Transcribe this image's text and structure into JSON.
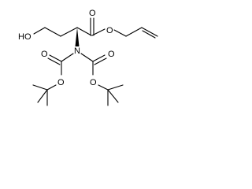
{
  "molecule": {
    "atom_labels": {
      "hydroxyl": "HO",
      "ester_carbonyl_O": "O",
      "ester_O": "O",
      "nitrogen": "N",
      "boc1_carbonyl_O": "O",
      "boc1_ether_O": "O",
      "boc2_carbonyl_O": "O",
      "boc2_ether_O": "O"
    }
  }
}
